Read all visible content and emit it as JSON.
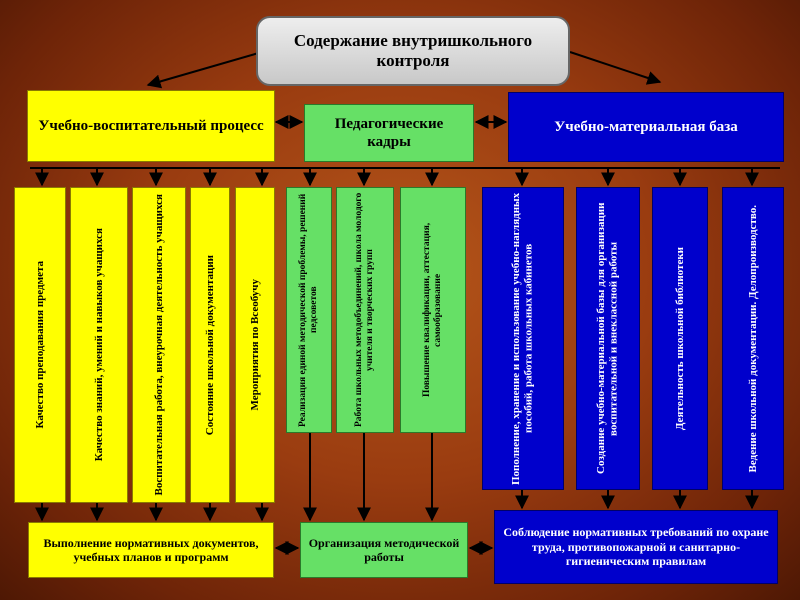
{
  "title": "Содержание внутришкольного контроля",
  "categories": {
    "educational": "Учебно-воспитательный процесс",
    "staff": "Педагогические кадры",
    "material": "Учебно-материальная база"
  },
  "educational_items": [
    "Качество преподавания предмета",
    "Качество знаний, умений и навыков учащихся",
    "Воспитательная работа, внеурочная деятельность учащихся",
    "Состояние школьной документации",
    "Мероприятия по Всеобучу"
  ],
  "staff_items": [
    "Реализация единой методической проблемы, решений педсоветов",
    "Работа школьных методобъединений, школа молодого учителя и творческих групп",
    "Повышение квалификации, аттестация, самообразование"
  ],
  "material_items": [
    "Пополнение, хранение и использование учебно-наглядных пособий, работа школьных кабинетов",
    "Создание учебно-материальной базы для организации воспитательной и внеклассной работы",
    "Деятельность школьной библиотеки",
    "Ведение школьной документации. Делопроизводство."
  ],
  "outcomes": {
    "educational": "Выполнение нормативных документов, учебных планов и программ",
    "staff": "Организация методической работы",
    "material": "Соблюдение нормативных требований по охране труда, противопожарной и санитарно-гигиеническим правилам"
  },
  "colors": {
    "educational": "#ffff00",
    "staff": "#66e066",
    "material": "#0000cc",
    "title": "#d8d8d8",
    "background": "#9a3c10"
  }
}
